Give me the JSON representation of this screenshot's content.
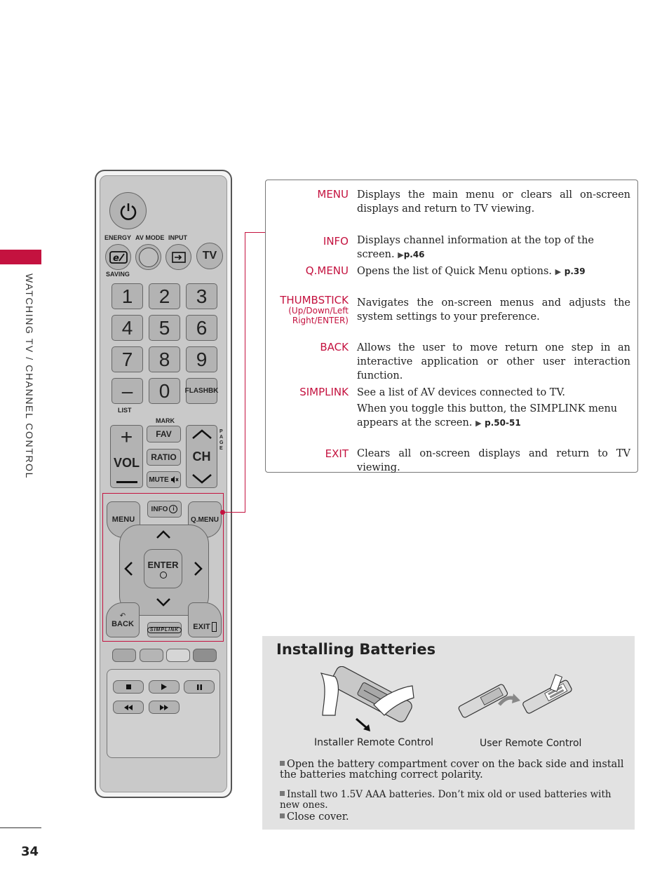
{
  "sidebar": {
    "section_title": "WATCHING TV / CHANNEL CONTROL"
  },
  "page_number": "34",
  "remote": {
    "energy_label": "ENERGY",
    "saving_label": "SAVING",
    "av_mode_label": "AV MODE",
    "input_label": "INPUT",
    "tv_label": "TV",
    "numbers": [
      "1",
      "2",
      "3",
      "4",
      "5",
      "6",
      "7",
      "8",
      "9",
      "–",
      "0"
    ],
    "flashbk_label": "FLASHBK",
    "list_label": "LIST",
    "mark_label": "MARK",
    "fav_label": "FAV",
    "ratio_label": "RATIO",
    "mute_label": "MUTE",
    "vol_label": "VOL",
    "ch_label": "CH",
    "page_label": "PAGE",
    "menu_label": "MENU",
    "info_label": "INFO",
    "qmenu_label": "Q.MENU",
    "enter_label": "ENTER",
    "back_label": "BACK",
    "simplink_label": "SIMPLINK",
    "exit_label": "EXIT"
  },
  "descriptions": [
    {
      "term": "MENU",
      "text": "Displays the main menu or clears all on-screen displays and return to TV viewing."
    },
    {
      "term": "INFO",
      "text": "Displays channel information at the top of the screen.",
      "ref": "p.46"
    },
    {
      "term": "Q.MENU",
      "text": "Opens the list of Quick Menu options.",
      "ref": "p.39"
    },
    {
      "term": "THUMBSTICK",
      "sub1": "(Up/Down/Left",
      "sub2": "Right/ENTER)",
      "text": "Navigates the on-screen menus and adjusts the system settings to your preference."
    },
    {
      "term": "BACK",
      "text": "Allows the user to move return one step in an interactive application or other user interaction function."
    },
    {
      "term": "SIMPLINK",
      "text": "See a list of AV devices connected to TV.",
      "text2": "When you toggle this button, the SIMPLINK menu appears at the screen.",
      "ref": "p.50-51"
    },
    {
      "term": "EXIT",
      "text": "Clears all on-screen displays and return to TV viewing."
    }
  ],
  "batteries": {
    "title": "Installing Batteries",
    "caption_installer": "Installer Remote Control",
    "caption_user": "User Remote Control",
    "bullets": [
      "Open the battery compartment cover on the back side and install the batteries matching correct polarity.",
      "Install two 1.5V AAA batteries. Don’t mix old or used batteries with new ones.",
      "Close cover."
    ]
  },
  "colors": {
    "accent": "#c4123f",
    "panel_bg": "#e2e2e2",
    "remote_body": "#c9c9c9"
  }
}
